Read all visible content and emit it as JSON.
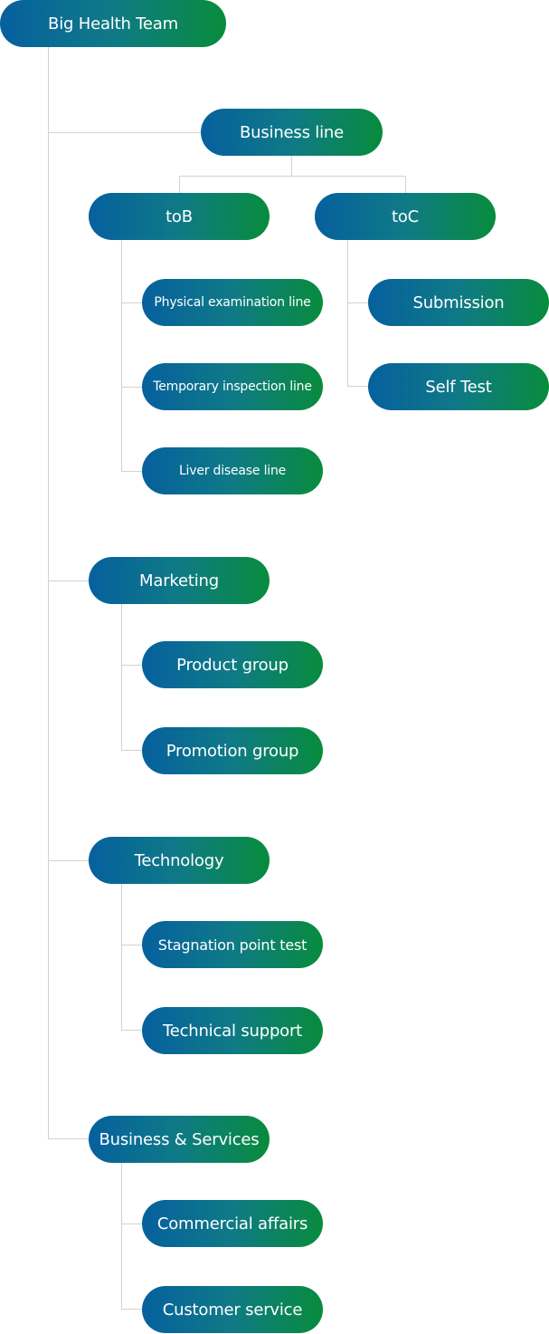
{
  "root": {
    "label": "Big Health Team"
  },
  "business_line": {
    "label": "Business line",
    "toB": {
      "label": "toB",
      "children": [
        "Physical examination line",
        "Temporary inspection line",
        "Liver disease line"
      ]
    },
    "toC": {
      "label": "toC",
      "children": [
        "Submission",
        "Self Test"
      ]
    }
  },
  "marketing": {
    "label": "Marketing",
    "children": [
      "Product group",
      "Promotion group"
    ]
  },
  "technology": {
    "label": "Technology",
    "children": [
      "Stagnation point test",
      "Technical support"
    ]
  },
  "business_services": {
    "label": "Business & Services",
    "children": [
      "Commercial affairs",
      "Customer service"
    ]
  },
  "colors": {
    "gradient_start": "#06609e",
    "gradient_end": "#088c3c",
    "connector": "#d2d2d2"
  }
}
